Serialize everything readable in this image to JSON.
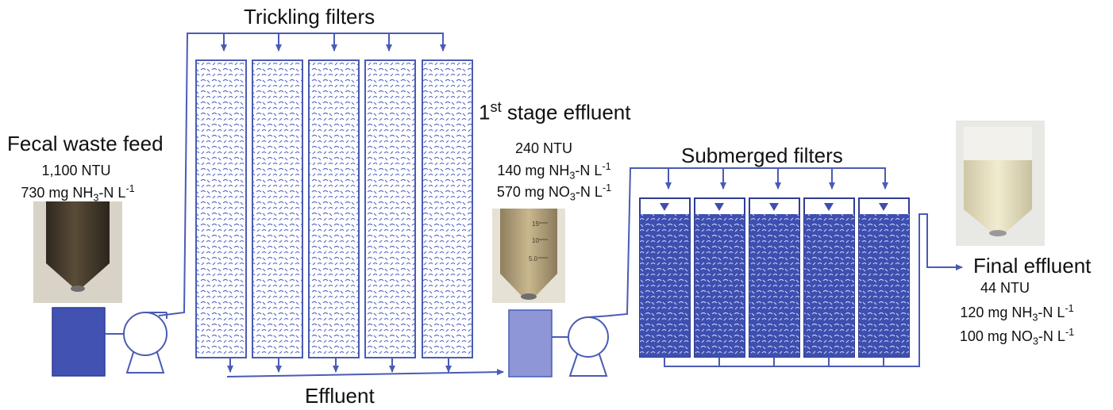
{
  "colors": {
    "line": "#4a5bb5",
    "tank_dark": "#4152b3",
    "tank_light": "#8e96d8",
    "submerged_fill": "#3e4fb0",
    "trickling_pattern": "#5566c0",
    "photo_dark": "#4a3d2c",
    "photo_mid": "#b5a27a",
    "photo_light": "#e3dbb7"
  },
  "titles": {
    "trickling": "Trickling filters",
    "feed": "Fecal waste feed",
    "first_stage_prefix": "1",
    "first_stage_sup": "st",
    "first_stage_suffix": " stage effluent",
    "submerged": "Submerged filters",
    "final": "Final effluent",
    "effluent": "Effluent"
  },
  "feed": {
    "ntu": "1,100 NTU",
    "nh3_pre": "730 mg NH",
    "nh3_sub": "3",
    "nh3_post": "-N L",
    "nh3_sup": "-1"
  },
  "first_stage": {
    "ntu": "240 NTU",
    "nh3_pre": "140 mg NH",
    "nh3_sub": "3",
    "nh3_post": "-N L",
    "nh3_sup": "-1",
    "no3_pre": "570 mg NO",
    "no3_sub": "3",
    "no3_post": "-N L",
    "no3_sup": "-1"
  },
  "final": {
    "ntu": "44 NTU",
    "nh3_pre": "120 mg NH",
    "nh3_sub": "3",
    "nh3_post": "-N L",
    "nh3_sup": "-1",
    "no3_pre": "100 mg NO",
    "no3_sub": "3",
    "no3_post": "-N L",
    "no3_sup": "-1"
  },
  "photo": {
    "tube_scale": [
      "15",
      "10",
      "5.0"
    ]
  }
}
